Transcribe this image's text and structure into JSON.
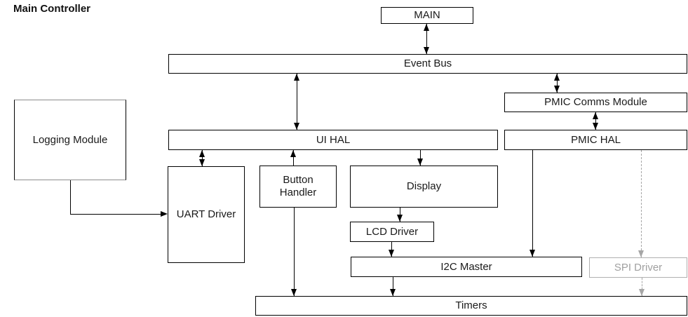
{
  "title": "Main Controller",
  "colors": {
    "line": "#000000",
    "box_border": "#000000",
    "box_fill": "#ffffff",
    "text": "#1a1a1a",
    "disabled_border": "#b0b0b0",
    "disabled_text": "#a0a0a0",
    "background": "#ffffff"
  },
  "nodes": {
    "main": {
      "label": "MAIN"
    },
    "event_bus": {
      "label": "Event Bus"
    },
    "pmic_comms": {
      "label": "PMIC Comms Module"
    },
    "logging": {
      "label": "Logging Module"
    },
    "ui_hal": {
      "label": "UI HAL"
    },
    "pmic_hal": {
      "label": "PMIC HAL"
    },
    "uart": {
      "label": "UART Driver"
    },
    "button_handler": {
      "label": "Button Handler"
    },
    "display": {
      "label": "Display"
    },
    "lcd": {
      "label": "LCD Driver"
    },
    "i2c": {
      "label": "I2C Master"
    },
    "spi": {
      "label": "SPI Driver",
      "state": "disabled"
    },
    "timers": {
      "label": "Timers"
    }
  },
  "edges": [
    {
      "from": "MAIN",
      "to": "Event Bus",
      "direction": "both",
      "style": "solid"
    },
    {
      "from": "Event Bus",
      "to": "UI HAL",
      "direction": "both",
      "style": "solid"
    },
    {
      "from": "Event Bus",
      "to": "PMIC Comms Module",
      "direction": "both",
      "style": "solid"
    },
    {
      "from": "PMIC Comms Module",
      "to": "PMIC HAL",
      "direction": "both",
      "style": "solid"
    },
    {
      "from": "UI HAL",
      "to": "UART Driver",
      "direction": "both",
      "style": "solid"
    },
    {
      "from": "Button Handler",
      "to": "UI HAL",
      "direction": "to",
      "style": "solid"
    },
    {
      "from": "UI HAL",
      "to": "Display",
      "direction": "to",
      "style": "solid"
    },
    {
      "from": "Display",
      "to": "LCD Driver",
      "direction": "to",
      "style": "solid"
    },
    {
      "from": "LCD Driver",
      "to": "I2C Master",
      "direction": "to",
      "style": "solid"
    },
    {
      "from": "PMIC HAL",
      "to": "I2C Master",
      "direction": "to",
      "style": "solid"
    },
    {
      "from": "PMIC HAL",
      "to": "SPI Driver",
      "direction": "to",
      "style": "dashed"
    },
    {
      "from": "Logging Module",
      "to": "UART Driver",
      "direction": "to",
      "style": "solid"
    },
    {
      "from": "Button Handler",
      "to": "Timers",
      "direction": "to",
      "style": "solid"
    },
    {
      "from": "I2C Master",
      "to": "Timers",
      "direction": "to",
      "style": "solid"
    },
    {
      "from": "SPI Driver",
      "to": "Timers",
      "direction": "to",
      "style": "dashed"
    }
  ]
}
